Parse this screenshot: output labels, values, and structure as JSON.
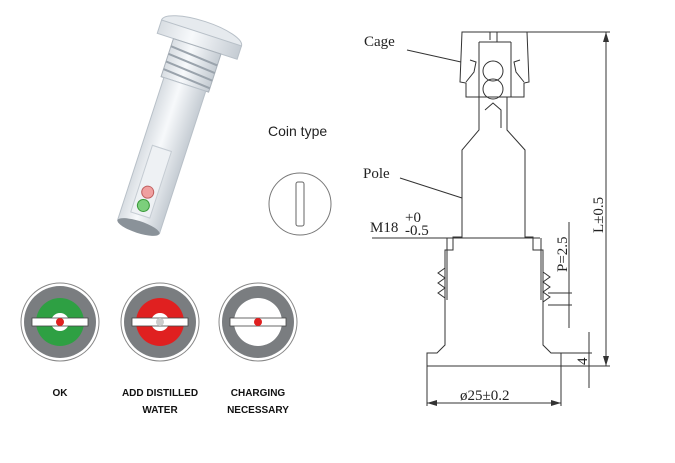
{
  "coin": {
    "label": "Coin type"
  },
  "indicators": [
    {
      "label_lines": [
        "OK"
      ],
      "ring_color": "#2ea043",
      "center_color": "#e02020"
    },
    {
      "label_lines": [
        "ADD DISTILLED",
        "WATER"
      ],
      "ring_color": "#e02020",
      "center_color": "#cccccc"
    },
    {
      "label_lines": [
        "CHARGING",
        "NECESSARY"
      ],
      "ring_color": "#ffffff",
      "center_color": "#e02020"
    }
  ],
  "drawing": {
    "cage_label": "Cage",
    "pole_label": "Pole",
    "thread_label": "M18",
    "thread_tol_upper": "+0",
    "thread_tol_lower": "-0.5",
    "pitch_label": "P=2.5",
    "length_label": "L±0.5",
    "flange_thickness_label": "4",
    "diameter_label": "ø25±0.2"
  }
}
